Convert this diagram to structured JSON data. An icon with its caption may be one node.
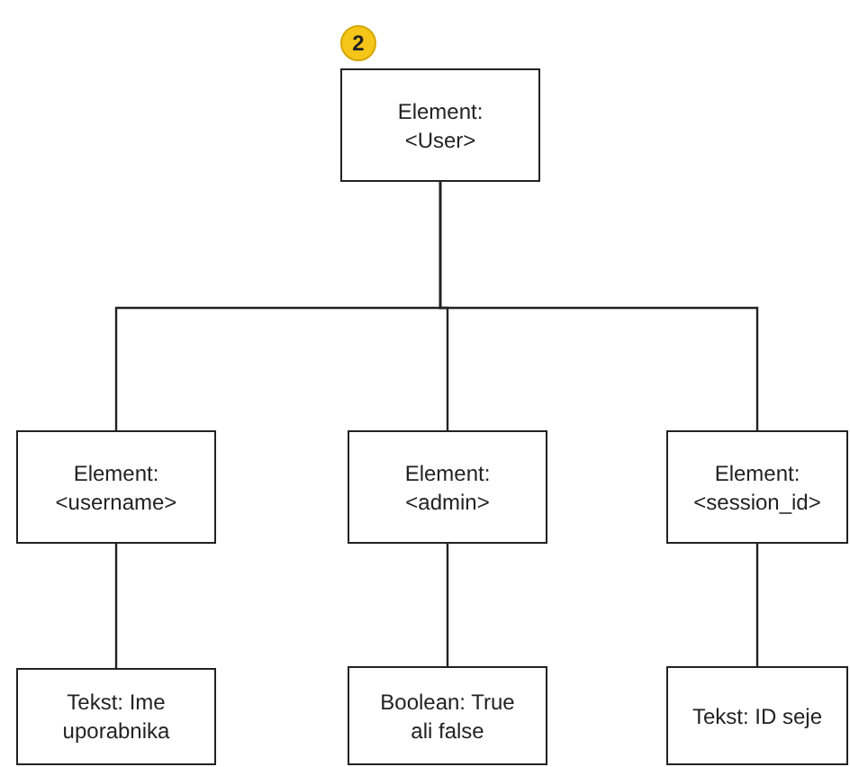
{
  "diagram": {
    "nodes": [
      {
        "text": [
          "Element: <User>"
        ]
      },
      {
        "text": [
          "Element: <username>"
        ]
      },
      {
        "text": [
          "Element: <admin>"
        ]
      },
      {
        "text": [
          "Element: <session_id>"
        ]
      },
      {
        "text": [
          "Tekst: Ime uporabnika"
        ]
      },
      {
        "text": [
          "Boolean: True ali false"
        ]
      },
      {
        "text": [
          "Tekst: ID seje"
        ]
      }
    ],
    "edges": [
      {
        "from": 0,
        "to": 1,
        "arrow": "none"
      },
      {
        "from": 0,
        "to": 2,
        "arrow": "none"
      },
      {
        "from": 0,
        "to": 3,
        "arrow": "none"
      },
      {
        "from": 1,
        "to": 4,
        "arrow": "none"
      },
      {
        "from": 2,
        "to": 5,
        "arrow": "none"
      },
      {
        "from": 3,
        "to": 6,
        "arrow": "none"
      }
    ],
    "labels": [
      "2"
    ]
  }
}
